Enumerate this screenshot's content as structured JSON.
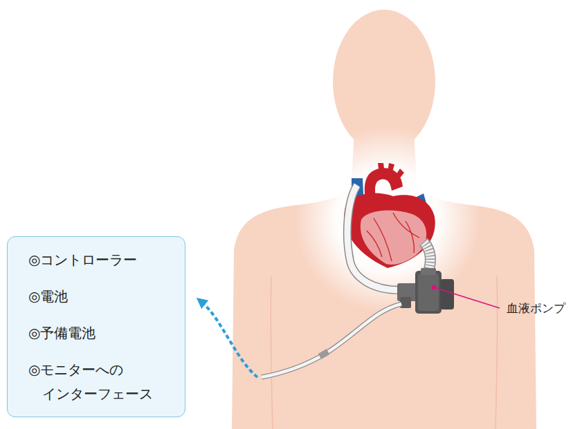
{
  "diagram": {
    "nodes": [
      {
        "text": [
          "◎コントローラー",
          "◎電池",
          "◎予備電池",
          "◎モニターへの インターフェース"
        ]
      }
    ],
    "labels": [
      "血液ポンプ"
    ]
  }
}
